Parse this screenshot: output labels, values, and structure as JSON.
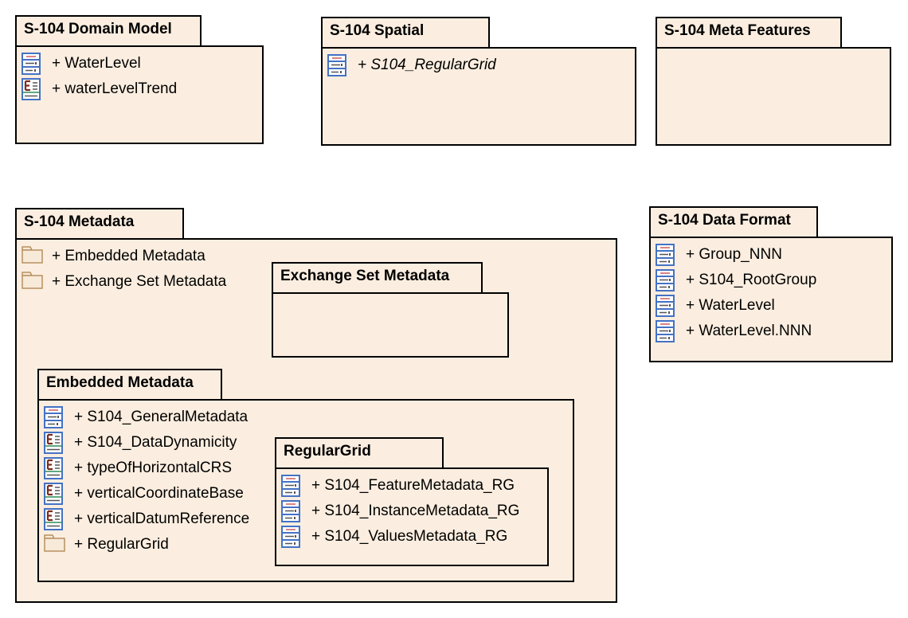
{
  "packages": {
    "domain_model": {
      "title": "S-104 Domain Model",
      "items": [
        {
          "icon": "class-icon",
          "label": "+ WaterLevel"
        },
        {
          "icon": "enumeration-icon",
          "label": "+ waterLevelTrend"
        }
      ]
    },
    "spatial": {
      "title": "S-104 Spatial",
      "items": [
        {
          "icon": "class-icon",
          "label": "+ S104_RegularGrid",
          "italic": true
        }
      ]
    },
    "meta_features": {
      "title": "S-104 Meta Features",
      "items": []
    },
    "metadata": {
      "title": "S-104 Metadata",
      "items": [
        {
          "icon": "folder-icon",
          "label": "+ Embedded Metadata"
        },
        {
          "icon": "folder-icon",
          "label": "+ Exchange Set Metadata"
        }
      ]
    },
    "exchange_set_metadata": {
      "title": "Exchange Set Metadata",
      "items": []
    },
    "embedded_metadata": {
      "title": "Embedded Metadata",
      "items": [
        {
          "icon": "class-icon",
          "label": "+ S104_GeneralMetadata"
        },
        {
          "icon": "enumeration-icon",
          "label": "+ S104_DataDynamicity"
        },
        {
          "icon": "enumeration-icon",
          "label": "+ typeOfHorizontalCRS"
        },
        {
          "icon": "enumeration-icon",
          "label": "+ verticalCoordinateBase"
        },
        {
          "icon": "enumeration-icon",
          "label": "+ verticalDatumReference"
        },
        {
          "icon": "folder-icon",
          "label": "+ RegularGrid"
        }
      ]
    },
    "regular_grid": {
      "title": "RegularGrid",
      "items": [
        {
          "icon": "class-icon",
          "label": "+ S104_FeatureMetadata_RG"
        },
        {
          "icon": "class-icon",
          "label": "+ S104_InstanceMetadata_RG"
        },
        {
          "icon": "class-icon",
          "label": "+ S104_ValuesMetadata_RG"
        }
      ]
    },
    "data_format": {
      "title": "S-104 Data Format",
      "items": [
        {
          "icon": "class-icon",
          "label": "+ Group_NNN"
        },
        {
          "icon": "class-icon",
          "label": "+ S104_RootGroup"
        },
        {
          "icon": "class-icon",
          "label": "+ WaterLevel"
        },
        {
          "icon": "class-icon",
          "label": "+ WaterLevel.NNN"
        }
      ]
    }
  },
  "colors": {
    "package_fill": "#fbeee0",
    "class_icon_stroke": "#4472c4",
    "enum_icon_stroke": "#4472c4",
    "enum_letter": "#7b2c1e",
    "folder_fill": "#f7ead9",
    "folder_stroke": "#b89060"
  }
}
